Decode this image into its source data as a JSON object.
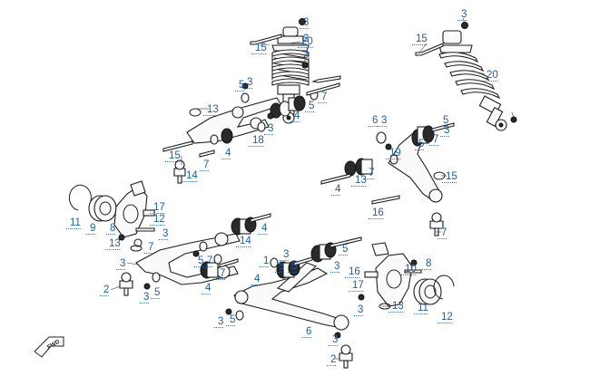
{
  "callouts": [
    {
      "id": "c1",
      "text": "3"
    },
    {
      "id": "c2",
      "text": "3"
    },
    {
      "id": "c3",
      "text": "15"
    },
    {
      "id": "c4",
      "text": "20"
    },
    {
      "id": "c5",
      "text": "15"
    },
    {
      "id": "c6",
      "text": "20"
    },
    {
      "id": "c7",
      "text": "3"
    },
    {
      "id": "c8",
      "text": "3"
    },
    {
      "id": "c9",
      "text": "5"
    },
    {
      "id": "c10",
      "text": "3"
    },
    {
      "id": "c11",
      "text": "7"
    },
    {
      "id": "c12",
      "text": "5"
    },
    {
      "id": "c13",
      "text": "4"
    },
    {
      "id": "c14",
      "text": "13"
    },
    {
      "id": "c15",
      "text": "3"
    },
    {
      "id": "c16",
      "text": "18"
    },
    {
      "id": "c17",
      "text": "4"
    },
    {
      "id": "c18",
      "text": "7"
    },
    {
      "id": "c19",
      "text": "15"
    },
    {
      "id": "c20",
      "text": "14"
    },
    {
      "id": "c21",
      "text": "5"
    },
    {
      "id": "c22",
      "text": "3"
    },
    {
      "id": "c23",
      "text": "6"
    },
    {
      "id": "c24",
      "text": "5"
    },
    {
      "id": "c25",
      "text": "7"
    },
    {
      "id": "c26",
      "text": "3"
    },
    {
      "id": "c27",
      "text": "19"
    },
    {
      "id": "c28",
      "text": "7"
    },
    {
      "id": "c29",
      "text": "4"
    },
    {
      "id": "c30",
      "text": "13"
    },
    {
      "id": "c31",
      "text": "15"
    },
    {
      "id": "c32",
      "text": "16"
    },
    {
      "id": "c33",
      "text": "17"
    },
    {
      "id": "c34",
      "text": "12"
    },
    {
      "id": "c35",
      "text": "11"
    },
    {
      "id": "c36",
      "text": "9"
    },
    {
      "id": "c37",
      "text": "8"
    },
    {
      "id": "c38",
      "text": "3"
    },
    {
      "id": "c39",
      "text": "13"
    },
    {
      "id": "c40",
      "text": "7"
    },
    {
      "id": "c41",
      "text": "4"
    },
    {
      "id": "c42",
      "text": "14"
    },
    {
      "id": "c43",
      "text": "7"
    },
    {
      "id": "c44",
      "text": "5"
    },
    {
      "id": "c45",
      "text": "3"
    },
    {
      "id": "c46",
      "text": "5"
    },
    {
      "id": "c47",
      "text": "7"
    },
    {
      "id": "c48",
      "text": "1"
    },
    {
      "id": "c49",
      "text": "3"
    },
    {
      "id": "c50",
      "text": "5"
    },
    {
      "id": "c51",
      "text": "7"
    },
    {
      "id": "c52",
      "text": "3"
    },
    {
      "id": "c53",
      "text": "5"
    },
    {
      "id": "c54",
      "text": "4"
    },
    {
      "id": "c55",
      "text": "4"
    },
    {
      "id": "c56",
      "text": "2"
    },
    {
      "id": "c57",
      "text": "3"
    },
    {
      "id": "c58",
      "text": "5"
    },
    {
      "id": "c59",
      "text": "16"
    },
    {
      "id": "c60",
      "text": "10"
    },
    {
      "id": "c61",
      "text": "8"
    },
    {
      "id": "c62",
      "text": "17"
    },
    {
      "id": "c63",
      "text": "3"
    },
    {
      "id": "c64",
      "text": "11"
    },
    {
      "id": "c65",
      "text": "12"
    },
    {
      "id": "c66",
      "text": "3"
    },
    {
      "id": "c67",
      "text": "5"
    },
    {
      "id": "c68",
      "text": "13"
    },
    {
      "id": "c69",
      "text": "6"
    },
    {
      "id": "c70",
      "text": "3"
    },
    {
      "id": "c71",
      "text": "2"
    }
  ],
  "direction_badge": {
    "text": "FWD"
  }
}
